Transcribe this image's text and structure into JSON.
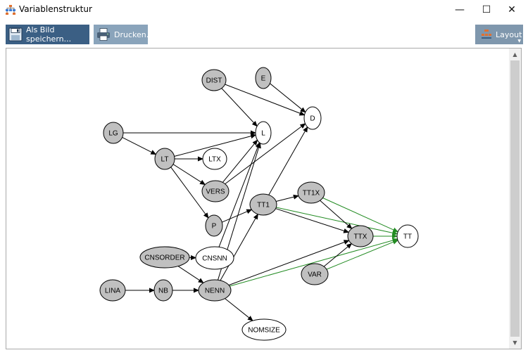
{
  "window": {
    "title": "Variablenstruktur",
    "minimize_glyph": "—",
    "maximize_glyph": "☐",
    "close_glyph": "✕"
  },
  "toolbar": {
    "save_label": "Als Bild speichern...",
    "print_label": "Drucken...",
    "layout_label": "Layout"
  },
  "colors": {
    "node_gray": "#c0c0c0",
    "node_white": "#ffffff",
    "edge_black": "#000000",
    "edge_green": "#228b22",
    "save_button_bg": "#3b5f84",
    "print_button_bg": "#8aa4bb",
    "layout_button_bg": "#7f97ad"
  },
  "graph": {
    "nodes": [
      {
        "id": "DIST",
        "label": "DIST",
        "fill": "gray"
      },
      {
        "id": "E",
        "label": "E",
        "fill": "gray"
      },
      {
        "id": "D",
        "label": "D",
        "fill": "white"
      },
      {
        "id": "LG",
        "label": "LG",
        "fill": "gray"
      },
      {
        "id": "L",
        "label": "L",
        "fill": "white"
      },
      {
        "id": "LT",
        "label": "LT",
        "fill": "gray"
      },
      {
        "id": "LTX",
        "label": "LTX",
        "fill": "white"
      },
      {
        "id": "VERS",
        "label": "VERS",
        "fill": "gray"
      },
      {
        "id": "TT1X",
        "label": "TT1X",
        "fill": "gray"
      },
      {
        "id": "TT1",
        "label": "TT1",
        "fill": "gray"
      },
      {
        "id": "P",
        "label": "P",
        "fill": "gray"
      },
      {
        "id": "TTX",
        "label": "TTX",
        "fill": "gray"
      },
      {
        "id": "TT",
        "label": "TT",
        "fill": "white"
      },
      {
        "id": "CNSORDER",
        "label": "CNSORDER",
        "fill": "gray"
      },
      {
        "id": "CNSNN",
        "label": "CNSNN",
        "fill": "white"
      },
      {
        "id": "VAR",
        "label": "VAR",
        "fill": "gray"
      },
      {
        "id": "LINA",
        "label": "LINA",
        "fill": "gray"
      },
      {
        "id": "NB",
        "label": "NB",
        "fill": "gray"
      },
      {
        "id": "NENN",
        "label": "NENN",
        "fill": "gray"
      },
      {
        "id": "NOMSIZE",
        "label": "NOMSIZE",
        "fill": "white"
      }
    ],
    "edges": [
      {
        "from": "DIST",
        "to": "L",
        "color": "black"
      },
      {
        "from": "DIST",
        "to": "D",
        "color": "black"
      },
      {
        "from": "E",
        "to": "D",
        "color": "black"
      },
      {
        "from": "LG",
        "to": "L",
        "color": "black"
      },
      {
        "from": "LG",
        "to": "LT",
        "color": "black"
      },
      {
        "from": "LT",
        "to": "L",
        "color": "black"
      },
      {
        "from": "LT",
        "to": "LTX",
        "color": "black"
      },
      {
        "from": "LT",
        "to": "VERS",
        "color": "black"
      },
      {
        "from": "LT",
        "to": "P",
        "color": "black"
      },
      {
        "from": "VERS",
        "to": "L",
        "color": "black"
      },
      {
        "from": "VERS",
        "to": "D",
        "color": "black"
      },
      {
        "from": "P",
        "to": "TT1",
        "color": "black"
      },
      {
        "from": "TT1",
        "to": "D",
        "color": "black"
      },
      {
        "from": "TT1",
        "to": "TT1X",
        "color": "black"
      },
      {
        "from": "TT1",
        "to": "TTX",
        "color": "black"
      },
      {
        "from": "TT1",
        "to": "TT",
        "color": "green"
      },
      {
        "from": "TT1X",
        "to": "TTX",
        "color": "black"
      },
      {
        "from": "TT1X",
        "to": "TT",
        "color": "green"
      },
      {
        "from": "TTX",
        "to": "TT",
        "color": "green"
      },
      {
        "from": "CNSORDER",
        "to": "CNSNN",
        "color": "black"
      },
      {
        "from": "CNSORDER",
        "to": "NENN",
        "color": "black"
      },
      {
        "from": "CNSNN",
        "to": "L",
        "color": "black"
      },
      {
        "from": "LINA",
        "to": "NB",
        "color": "black"
      },
      {
        "from": "NB",
        "to": "NENN",
        "color": "black"
      },
      {
        "from": "NENN",
        "to": "L",
        "color": "black"
      },
      {
        "from": "NENN",
        "to": "TT1",
        "color": "black"
      },
      {
        "from": "NENN",
        "to": "TTX",
        "color": "black"
      },
      {
        "from": "NENN",
        "to": "TT",
        "color": "green"
      },
      {
        "from": "NENN",
        "to": "NOMSIZE",
        "color": "black"
      },
      {
        "from": "VAR",
        "to": "TTX",
        "color": "black"
      },
      {
        "from": "VAR",
        "to": "TT",
        "color": "green"
      }
    ]
  }
}
